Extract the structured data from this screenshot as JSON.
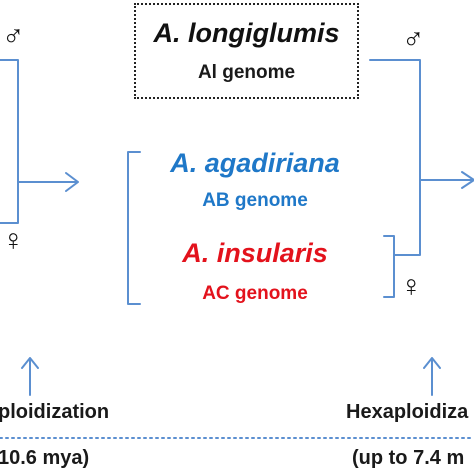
{
  "colors": {
    "line": "#5b8fd0",
    "text": "#1a1a1a",
    "ab_species": "#1f78c8",
    "ac_species": "#e3121c"
  },
  "top_box": {
    "species": "A. longiglumis",
    "genome": "Al genome"
  },
  "middle": {
    "ab_species": "A. agadiriana",
    "ab_genome": "AB genome",
    "ac_species": "A. insularis",
    "ac_genome": "AC genome"
  },
  "symbols": {
    "male": "♂",
    "female": "♀",
    "male_icon": "male-symbol-icon",
    "female_icon": "female-symbol-icon"
  },
  "bottom": {
    "left_event": "ploidization",
    "right_event": "Hexaploidiza",
    "left_date": "10.6 mya)",
    "right_date": "(up to 7.4 m"
  }
}
